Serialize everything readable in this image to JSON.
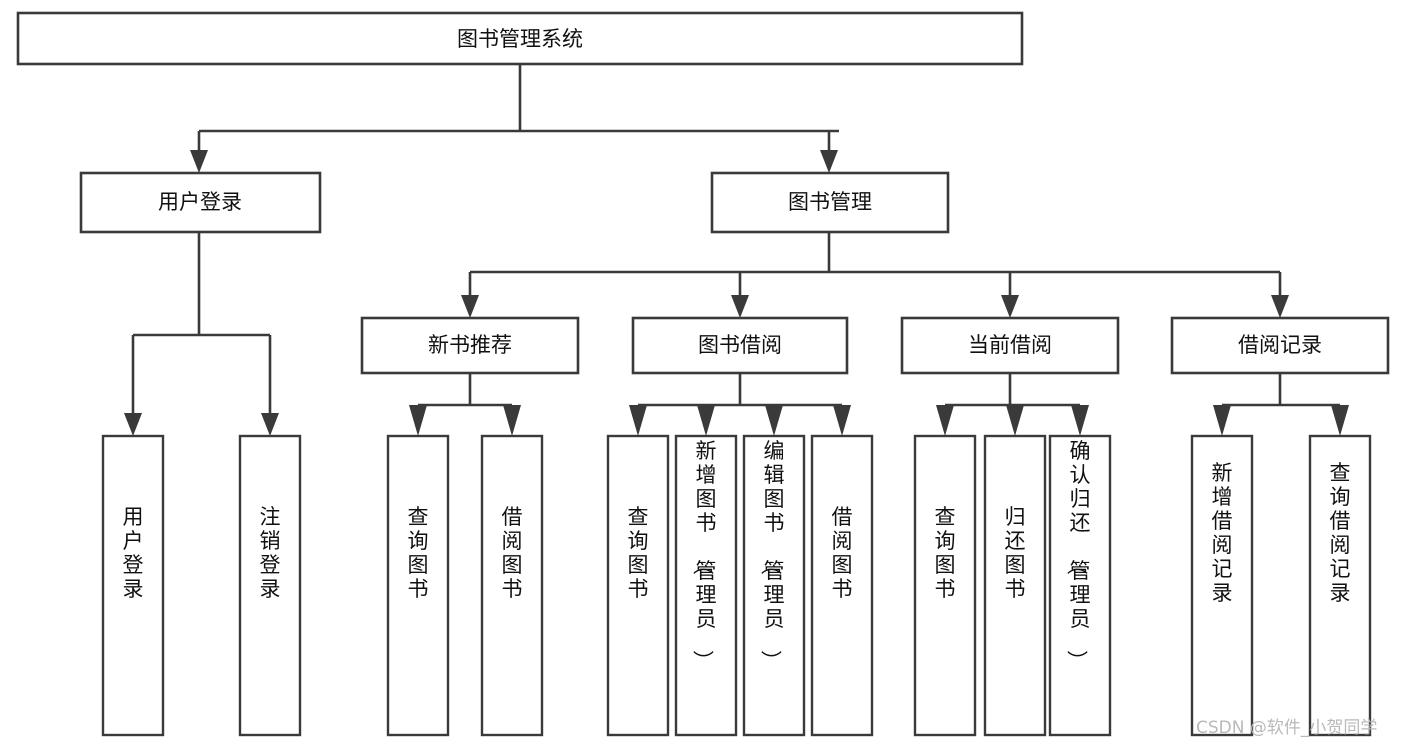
{
  "diagram": {
    "title": "图书管理系统",
    "type": "tree-hierarchy",
    "orientation": "top-down",
    "colors": {
      "box_stroke": "#3a3a3a",
      "box_fill": "#ffffff",
      "connector": "#3a3a3a",
      "text": "#111111",
      "background": "#ffffff",
      "watermark": "#b9b9b9"
    },
    "root": {
      "label": "图书管理系统"
    },
    "level2": [
      {
        "label": "用户登录"
      },
      {
        "label": "图书管理"
      }
    ],
    "level3": [
      {
        "label": "新书推荐"
      },
      {
        "label": "图书借阅"
      },
      {
        "label": "当前借阅"
      },
      {
        "label": "借阅记录"
      }
    ],
    "leaves": {
      "user_login": [
        {
          "label": "用户登录"
        },
        {
          "label": "注销登录"
        }
      ],
      "new_book_recommend": [
        {
          "label": "查询图书"
        },
        {
          "label": "借阅图书"
        }
      ],
      "book_borrow": [
        {
          "label": "查询图书"
        },
        {
          "label": "新增图书（管理员）"
        },
        {
          "label": "编辑图书（管理员）"
        },
        {
          "label": "借阅图书"
        }
      ],
      "current_borrow": [
        {
          "label": "查询图书"
        },
        {
          "label": "归还图书"
        },
        {
          "label": "确认归还（管理员）"
        }
      ],
      "borrow_record": [
        {
          "label": "新增借阅记录"
        },
        {
          "label": "查询借阅记录"
        }
      ]
    },
    "watermark": {
      "text": "CSDN @软件_小贺同学"
    }
  }
}
